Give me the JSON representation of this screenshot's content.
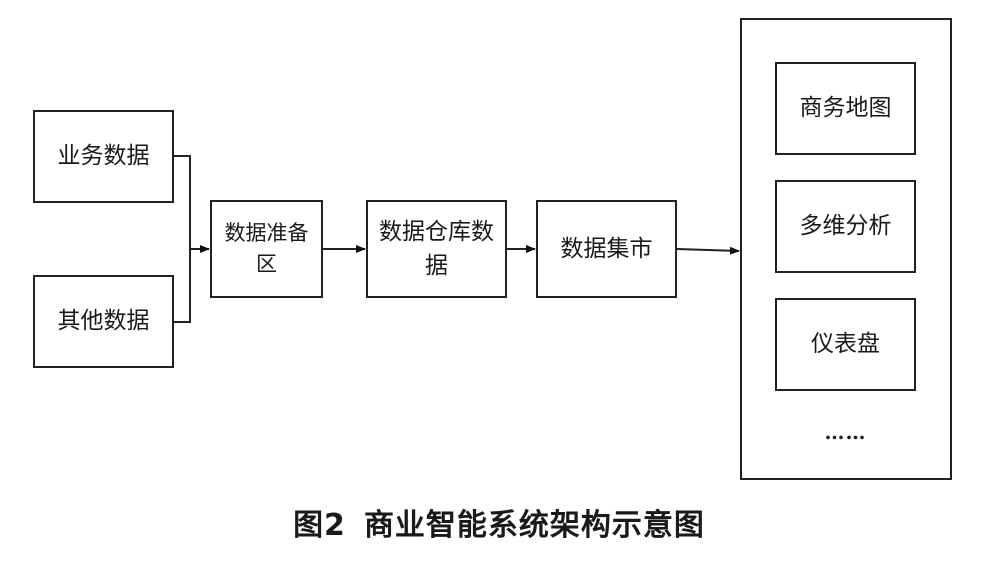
{
  "nodes": {
    "business_data": "业务数据",
    "other_data": "其他数据",
    "data_staging": "数据准备区",
    "data_warehouse": "数据仓库数据",
    "data_mart": "数据集市"
  },
  "applications": {
    "items": [
      "商务地图",
      "多维分析",
      "仪表盘"
    ],
    "more": "……"
  },
  "caption": {
    "figure_number": "图2",
    "title": "商业智能系统架构示意图"
  }
}
